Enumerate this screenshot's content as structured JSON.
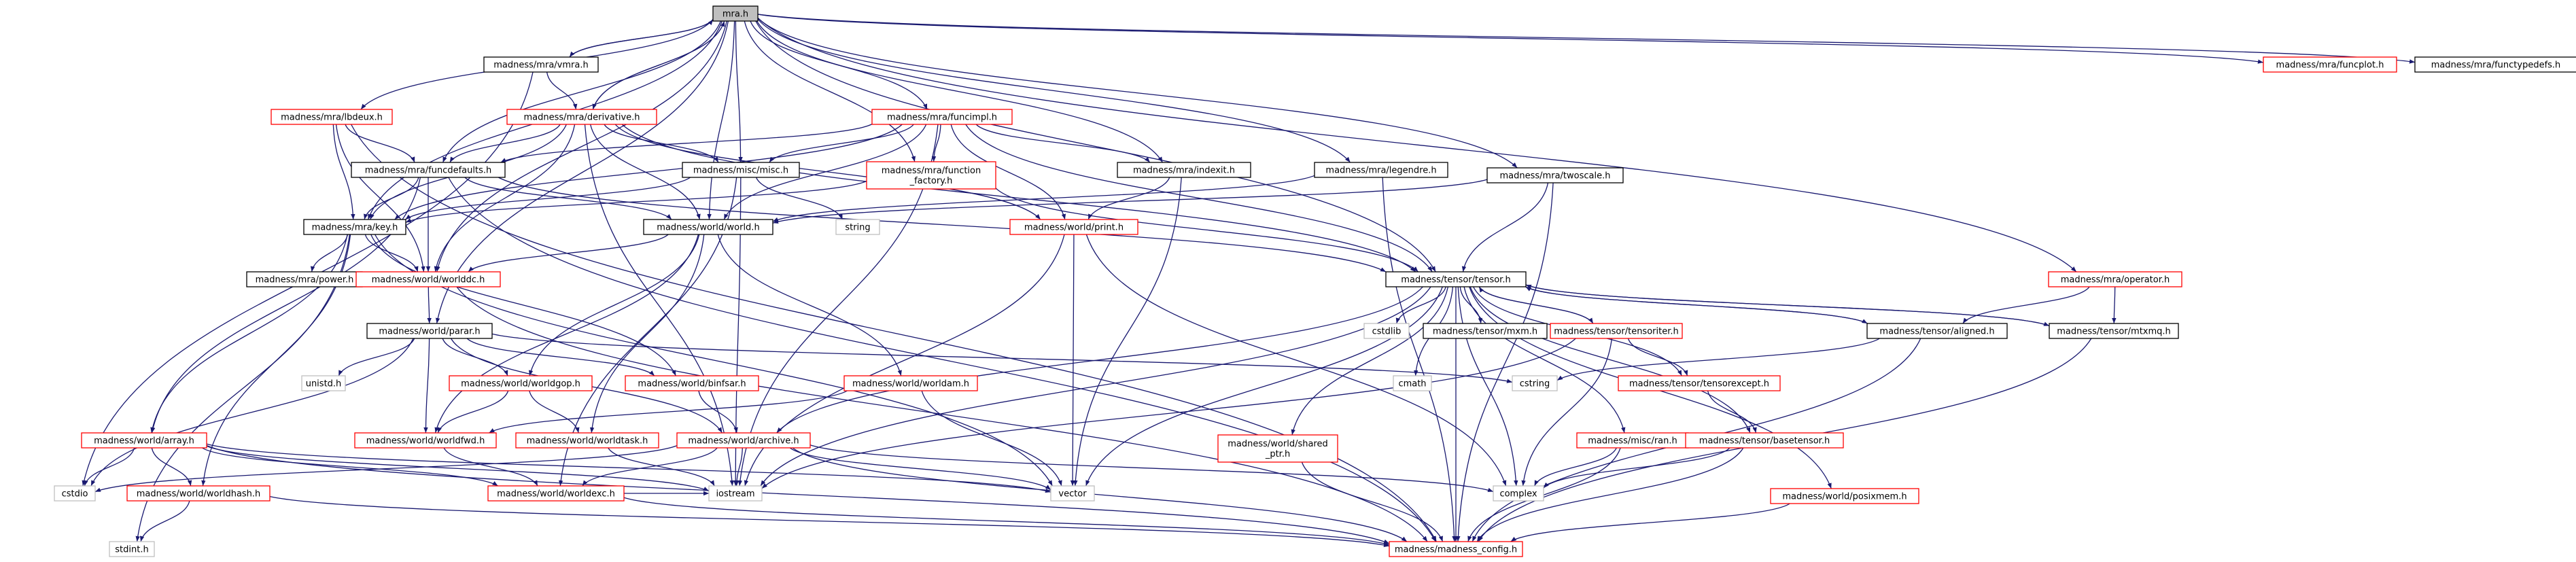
{
  "diagram": {
    "type": "include-dependency-graph",
    "colors": {
      "edge": "#191970",
      "border_normal": "#000000",
      "border_truncated": "#ff0000",
      "border_external": "#bfbfbf",
      "root_fill": "#bfbfbf",
      "node_fill": "#ffffff"
    },
    "nodes": [
      {
        "id": "mra",
        "label": "mra.h",
        "style": "root"
      },
      {
        "id": "vmra",
        "label": "madness/mra/vmra.h",
        "style": "normal"
      },
      {
        "id": "funcplot",
        "label": "madness/mra/funcplot.h",
        "style": "truncated"
      },
      {
        "id": "functypedefs",
        "label": "madness/mra/functypedefs.h",
        "style": "normal"
      },
      {
        "id": "lbdeux",
        "label": "madness/mra/lbdeux.h",
        "style": "truncated"
      },
      {
        "id": "derivative",
        "label": "madness/mra/derivative.h",
        "style": "truncated"
      },
      {
        "id": "funcimpl",
        "label": "madness/mra/funcimpl.h",
        "style": "truncated"
      },
      {
        "id": "funcdefaults",
        "label": "madness/mra/funcdefaults.h",
        "style": "normal"
      },
      {
        "id": "miscmisc",
        "label": "madness/misc/misc.h",
        "style": "normal"
      },
      {
        "id": "funcfactory",
        "label": [
          "madness/mra/function",
          "_factory.h"
        ],
        "style": "truncated"
      },
      {
        "id": "indexit",
        "label": "madness/mra/indexit.h",
        "style": "normal"
      },
      {
        "id": "legendre",
        "label": "madness/mra/legendre.h",
        "style": "normal"
      },
      {
        "id": "twoscale",
        "label": "madness/mra/twoscale.h",
        "style": "normal"
      },
      {
        "id": "key",
        "label": "madness/mra/key.h",
        "style": "normal"
      },
      {
        "id": "world",
        "label": "madness/world/world.h",
        "style": "normal"
      },
      {
        "id": "string",
        "label": "string",
        "style": "external"
      },
      {
        "id": "print",
        "label": "madness/world/print.h",
        "style": "truncated"
      },
      {
        "id": "power",
        "label": "madness/mra/power.h",
        "style": "normal"
      },
      {
        "id": "worlddc",
        "label": "madness/world/worlddc.h",
        "style": "truncated"
      },
      {
        "id": "tensor",
        "label": "madness/tensor/tensor.h",
        "style": "normal"
      },
      {
        "id": "operator",
        "label": "madness/mra/operator.h",
        "style": "truncated"
      },
      {
        "id": "parar",
        "label": "madness/world/parar.h",
        "style": "normal"
      },
      {
        "id": "cstdlib",
        "label": "cstdlib",
        "style": "external"
      },
      {
        "id": "mxm",
        "label": "madness/tensor/mxm.h",
        "style": "normal"
      },
      {
        "id": "tensoriter",
        "label": "madness/tensor/tensoriter.h",
        "style": "truncated"
      },
      {
        "id": "aligned",
        "label": "madness/tensor/aligned.h",
        "style": "normal"
      },
      {
        "id": "mtxmq",
        "label": "madness/tensor/mtxmq.h",
        "style": "normal"
      },
      {
        "id": "unistd",
        "label": "unistd.h",
        "style": "external"
      },
      {
        "id": "worldgop",
        "label": "madness/world/worldgop.h",
        "style": "truncated"
      },
      {
        "id": "binfsar",
        "label": "madness/world/binfsar.h",
        "style": "truncated"
      },
      {
        "id": "worldam",
        "label": "madness/world/worldam.h",
        "style": "truncated"
      },
      {
        "id": "cmath",
        "label": "cmath",
        "style": "external"
      },
      {
        "id": "cstring",
        "label": "cstring",
        "style": "external"
      },
      {
        "id": "tensorexcept",
        "label": "madness/tensor/tensorexcept.h",
        "style": "truncated"
      },
      {
        "id": "worldfwd",
        "label": "madness/world/worldfwd.h",
        "style": "truncated"
      },
      {
        "id": "worldtask",
        "label": "madness/world/worldtask.h",
        "style": "truncated"
      },
      {
        "id": "archive",
        "label": "madness/world/archive.h",
        "style": "truncated"
      },
      {
        "id": "sharedptr",
        "label": [
          "madness/world/shared",
          "_ptr.h"
        ],
        "style": "truncated"
      },
      {
        "id": "ran",
        "label": "madness/misc/ran.h",
        "style": "truncated"
      },
      {
        "id": "basetensor",
        "label": "madness/tensor/basetensor.h",
        "style": "truncated"
      },
      {
        "id": "array",
        "label": "madness/world/array.h",
        "style": "truncated"
      },
      {
        "id": "cstdio",
        "label": "cstdio",
        "style": "external"
      },
      {
        "id": "worldhash",
        "label": "madness/world/worldhash.h",
        "style": "truncated"
      },
      {
        "id": "worldexc",
        "label": "madness/world/worldexc.h",
        "style": "truncated"
      },
      {
        "id": "iostream",
        "label": "iostream",
        "style": "external"
      },
      {
        "id": "vector",
        "label": "vector",
        "style": "external"
      },
      {
        "id": "complex",
        "label": "complex",
        "style": "external"
      },
      {
        "id": "posixmem",
        "label": "madness/world/posixmem.h",
        "style": "truncated"
      },
      {
        "id": "stdint",
        "label": "stdint.h",
        "style": "external"
      },
      {
        "id": "config",
        "label": "madness/madness_config.h",
        "style": "truncated"
      }
    ],
    "edges": [
      [
        "mra",
        "vmra"
      ],
      [
        "mra",
        "funcplot"
      ],
      [
        "mra",
        "functypedefs"
      ],
      [
        "mra",
        "lbdeux"
      ],
      [
        "mra",
        "derivative"
      ],
      [
        "mra",
        "funcimpl"
      ],
      [
        "mra",
        "funcdefaults"
      ],
      [
        "mra",
        "miscmisc"
      ],
      [
        "mra",
        "funcfactory"
      ],
      [
        "mra",
        "indexit"
      ],
      [
        "mra",
        "legendre"
      ],
      [
        "mra",
        "twoscale"
      ],
      [
        "mra",
        "key"
      ],
      [
        "mra",
        "world"
      ],
      [
        "mra",
        "tensor"
      ],
      [
        "mra",
        "operator"
      ],
      [
        "mra",
        "parar"
      ],
      [
        "mra",
        "worlddc"
      ],
      [
        "vmra",
        "mra"
      ],
      [
        "vmra",
        "derivative"
      ],
      [
        "vmra",
        "cstdio"
      ],
      [
        "lbdeux",
        "funcdefaults"
      ],
      [
        "lbdeux",
        "key"
      ],
      [
        "lbdeux",
        "worlddc"
      ],
      [
        "lbdeux",
        "config"
      ],
      [
        "derivative",
        "mra"
      ],
      [
        "derivative",
        "funcdefaults"
      ],
      [
        "derivative",
        "key"
      ],
      [
        "derivative",
        "world"
      ],
      [
        "derivative",
        "miscmisc"
      ],
      [
        "derivative",
        "worlddc"
      ],
      [
        "derivative",
        "tensor"
      ],
      [
        "derivative",
        "iostream"
      ],
      [
        "derivative",
        "print"
      ],
      [
        "funcimpl",
        "funcdefaults"
      ],
      [
        "funcimpl",
        "miscmisc"
      ],
      [
        "funcimpl",
        "funcfactory"
      ],
      [
        "funcimpl",
        "indexit"
      ],
      [
        "funcimpl",
        "world"
      ],
      [
        "funcimpl",
        "print"
      ],
      [
        "funcimpl",
        "tensor"
      ],
      [
        "funcimpl",
        "iostream"
      ],
      [
        "funcimpl",
        "key"
      ],
      [
        "funcdefaults",
        "key"
      ],
      [
        "funcdefaults",
        "world"
      ],
      [
        "funcdefaults",
        "worlddc"
      ],
      [
        "funcdefaults",
        "tensor"
      ],
      [
        "funcdefaults",
        "array"
      ],
      [
        "miscmisc",
        "key"
      ],
      [
        "miscmisc",
        "string"
      ],
      [
        "miscmisc",
        "iostream"
      ],
      [
        "miscmisc",
        "worldexc"
      ],
      [
        "funcfactory",
        "key"
      ],
      [
        "funcfactory",
        "tensor"
      ],
      [
        "indexit",
        "print"
      ],
      [
        "indexit",
        "vector"
      ],
      [
        "legendre",
        "world"
      ],
      [
        "legendre",
        "config"
      ],
      [
        "twoscale",
        "world"
      ],
      [
        "twoscale",
        "tensor"
      ],
      [
        "twoscale",
        "config"
      ],
      [
        "key",
        "power"
      ],
      [
        "key",
        "worlddc"
      ],
      [
        "key",
        "array"
      ],
      [
        "key",
        "binfsar"
      ],
      [
        "key",
        "worldhash"
      ],
      [
        "key",
        "stdint"
      ],
      [
        "key",
        "vector"
      ],
      [
        "world",
        "worlddc"
      ],
      [
        "world",
        "worldam"
      ],
      [
        "world",
        "worldfwd"
      ],
      [
        "world",
        "worldtask"
      ],
      [
        "world",
        "worldgop"
      ],
      [
        "print",
        "iostream"
      ],
      [
        "print",
        "vector"
      ],
      [
        "print",
        "complex"
      ],
      [
        "worlddc",
        "parar"
      ],
      [
        "tensor",
        "cstdlib"
      ],
      [
        "tensor",
        "mxm"
      ],
      [
        "tensor",
        "tensoriter"
      ],
      [
        "tensor",
        "aligned"
      ],
      [
        "tensor",
        "mtxmq"
      ],
      [
        "tensor",
        "cmath"
      ],
      [
        "tensor",
        "tensorexcept"
      ],
      [
        "tensor",
        "basetensor"
      ],
      [
        "tensor",
        "archive"
      ],
      [
        "tensor",
        "sharedptr"
      ],
      [
        "tensor",
        "ran"
      ],
      [
        "tensor",
        "posixmem"
      ],
      [
        "tensor",
        "config"
      ],
      [
        "tensor",
        "complex"
      ],
      [
        "tensor",
        "vector"
      ],
      [
        "tensor",
        "iostream"
      ],
      [
        "operator",
        "aligned"
      ],
      [
        "operator",
        "mtxmq"
      ],
      [
        "parar",
        "unistd"
      ],
      [
        "parar",
        "worldgop"
      ],
      [
        "parar",
        "binfsar"
      ],
      [
        "parar",
        "worldfwd"
      ],
      [
        "parar",
        "archive"
      ],
      [
        "parar",
        "cstring"
      ],
      [
        "parar",
        "cstdio"
      ],
      [
        "tensoriter",
        "tensor"
      ],
      [
        "tensoriter",
        "tensorexcept"
      ],
      [
        "tensoriter",
        "complex"
      ],
      [
        "tensoriter",
        "iostream"
      ],
      [
        "aligned",
        "tensor"
      ],
      [
        "aligned",
        "config"
      ],
      [
        "aligned",
        "cstring"
      ],
      [
        "mtxmq",
        "tensor"
      ],
      [
        "mtxmq",
        "config"
      ],
      [
        "worldgop",
        "worldfwd"
      ],
      [
        "worldgop",
        "worldtask"
      ],
      [
        "binfsar",
        "archive"
      ],
      [
        "worldam",
        "worldfwd"
      ],
      [
        "worldam",
        "vector"
      ],
      [
        "tensorexcept",
        "basetensor"
      ],
      [
        "worldfwd",
        "worldexc"
      ],
      [
        "worldtask",
        "iostream"
      ],
      [
        "archive",
        "worldexc"
      ],
      [
        "archive",
        "iostream"
      ],
      [
        "archive",
        "vector"
      ],
      [
        "archive",
        "complex"
      ],
      [
        "archive",
        "cstdio"
      ],
      [
        "archive",
        "config"
      ],
      [
        "sharedptr",
        "config"
      ],
      [
        "ran",
        "complex"
      ],
      [
        "ran",
        "config"
      ],
      [
        "basetensor",
        "complex"
      ],
      [
        "basetensor",
        "config"
      ],
      [
        "array",
        "worldhash"
      ],
      [
        "array",
        "worldexc"
      ],
      [
        "array",
        "iostream"
      ],
      [
        "array",
        "vector"
      ],
      [
        "array",
        "config"
      ],
      [
        "array",
        "cstdio"
      ],
      [
        "worldhash",
        "stdint"
      ],
      [
        "worldhash",
        "config"
      ],
      [
        "worldexc",
        "iostream"
      ],
      [
        "worldexc",
        "config"
      ],
      [
        "posixmem",
        "config"
      ],
      [
        "funcdefaults",
        "config"
      ],
      [
        "worlddc",
        "config"
      ]
    ]
  }
}
